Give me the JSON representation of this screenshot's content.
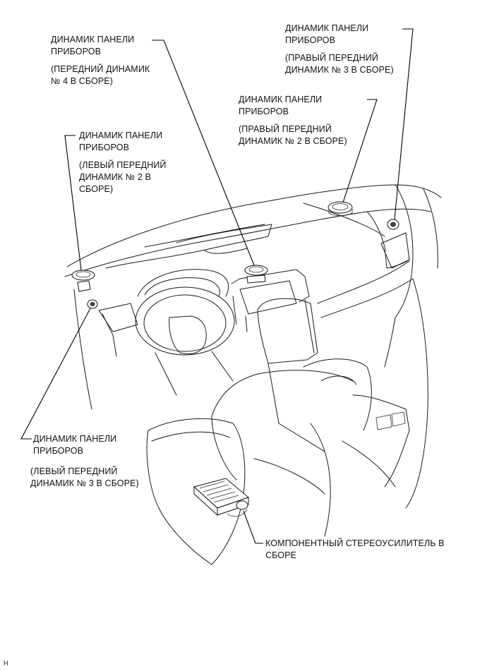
{
  "labels": {
    "front_center": {
      "line1": "ДИНАМИК ПАНЕЛИ",
      "line2": "ПРИБОРОВ",
      "sub1": "(ПЕРЕДНИЙ ДИНАМИК",
      "sub2": "№ 4 В СБОРЕ)"
    },
    "right_front_3": {
      "line1": "ДИНАМИК ПАНЕЛИ",
      "line2": "ПРИБОРОВ",
      "sub1": "(ПРАВЫЙ ПЕРЕДНИЙ",
      "sub2": "ДИНАМИК № 3 В СБОРЕ)"
    },
    "right_front_2": {
      "line1": "ДИНАМИК ПАНЕЛИ",
      "line2": "ПРИБОРОВ",
      "sub1": "(ПРАВЫЙ ПЕРЕДНИЙ",
      "sub2": "ДИНАМИК № 2 В СБОРЕ)"
    },
    "left_front_2": {
      "line1": "ДИНАМИК ПАНЕЛИ",
      "line2": "ПРИБОРОВ",
      "sub1": "(ЛЕВЫЙ ПЕРЕДНИЙ",
      "sub2": "ДИНАМИК № 2 В",
      "sub3": "СБОРЕ)"
    },
    "left_front_3": {
      "line1": "ДИНАМИК ПАНЕЛИ",
      "line2": "ПРИБОРОВ",
      "sub1": "(ЛЕВЫЙ ПЕРЕДНИЙ",
      "sub2": "ДИНАМИК № 3 В СБОРЕ)"
    },
    "amplifier": {
      "line1": "КОМПОНЕНТНЫЙ СТЕРЕОУСИЛИТЕЛЬ В",
      "line2": "СБОРЕ"
    }
  },
  "corner_mark": "H"
}
